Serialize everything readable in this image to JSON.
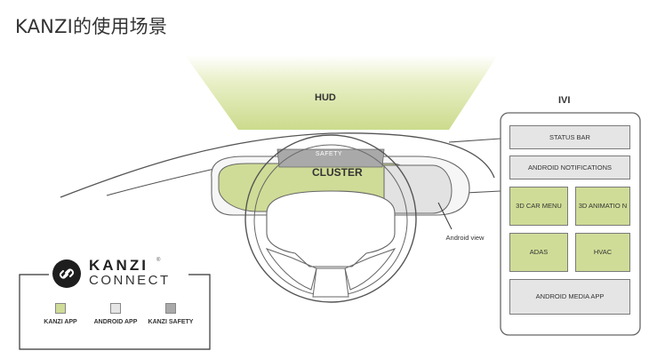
{
  "title": "KANZI的使用场景",
  "labels": {
    "hud": "HUD",
    "ivi": "IVI",
    "cluster": "CLUSTER",
    "safety": "SAFETY",
    "android_view": "Android view"
  },
  "ivi": {
    "status_bar": "STATUS BAR",
    "android_notifications": "ANDROID NOTIFICATIONS",
    "car_menu": "3D CAR MENU",
    "animation": "3D ANIMATIO N",
    "adas": "ADAS",
    "hvac": "HVAC",
    "media_app": "ANDROID MEDIA APP"
  },
  "legend": {
    "kanzi_app": "KANZI APP",
    "android_app": "ANDROID APP",
    "kanzi_safety": "KANZI SAFETY"
  },
  "brand": {
    "kanzi": "KANZI",
    "connect": "CONNECT",
    "trademark": "®"
  },
  "colors": {
    "kanzi_app": "#cfdc97",
    "android_app": "#e5e5e5",
    "kanzi_safety": "#a9a9a9",
    "hud_glow": "#c9d98a"
  }
}
